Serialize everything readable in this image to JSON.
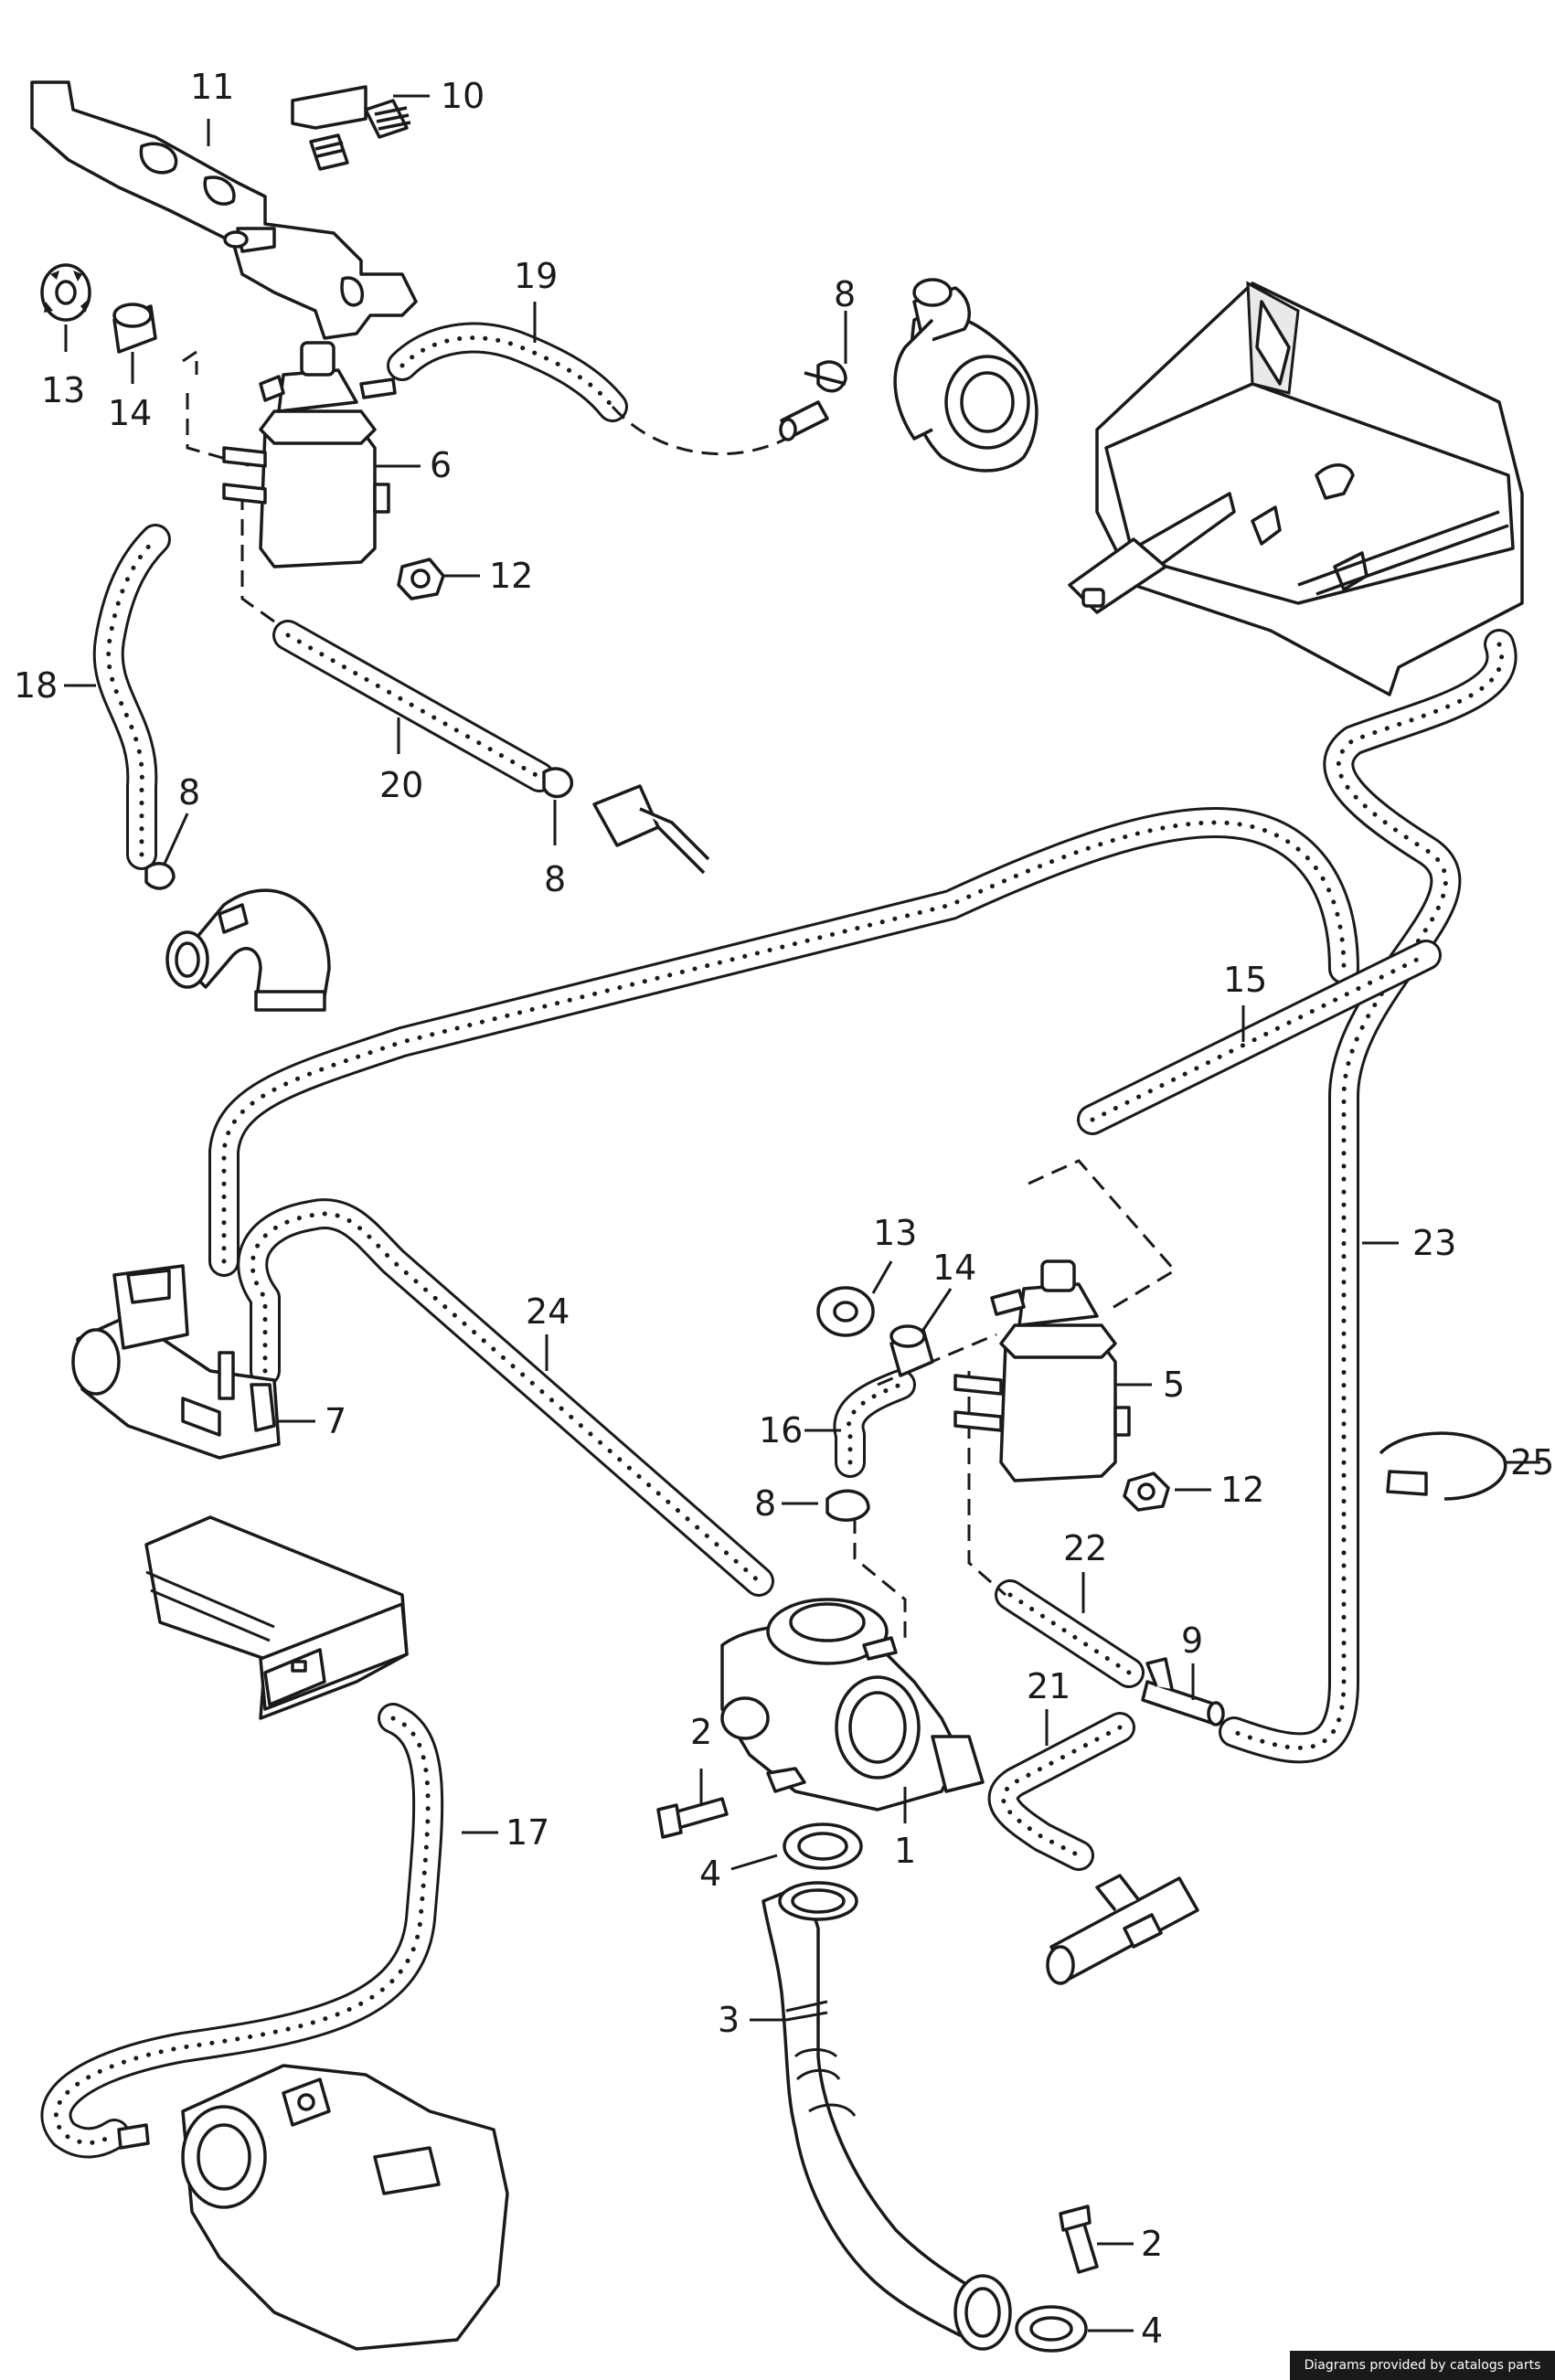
{
  "callouts": [
    {
      "id": "c11a",
      "label": "11"
    },
    {
      "id": "c10",
      "label": "10"
    },
    {
      "id": "c19",
      "label": "19"
    },
    {
      "id": "c8a",
      "label": "8"
    },
    {
      "id": "c13a",
      "label": "13"
    },
    {
      "id": "c14a",
      "label": "14"
    },
    {
      "id": "c6",
      "label": "6"
    },
    {
      "id": "c12a",
      "label": "12"
    },
    {
      "id": "c18",
      "label": "18"
    },
    {
      "id": "c20",
      "label": "20"
    },
    {
      "id": "c8b",
      "label": "8"
    },
    {
      "id": "c8c",
      "label": "8"
    },
    {
      "id": "c15",
      "label": "15"
    },
    {
      "id": "c23",
      "label": "23"
    },
    {
      "id": "c13b",
      "label": "13"
    },
    {
      "id": "c14b",
      "label": "14"
    },
    {
      "id": "c24",
      "label": "24"
    },
    {
      "id": "c5",
      "label": "5"
    },
    {
      "id": "c7",
      "label": "7"
    },
    {
      "id": "c16",
      "label": "16"
    },
    {
      "id": "c25",
      "label": "25"
    },
    {
      "id": "c8d",
      "label": "8"
    },
    {
      "id": "c12b",
      "label": "12"
    },
    {
      "id": "c22",
      "label": "22"
    },
    {
      "id": "c9",
      "label": "9"
    },
    {
      "id": "c2a",
      "label": "2"
    },
    {
      "id": "c21",
      "label": "21"
    },
    {
      "id": "c17",
      "label": "17"
    },
    {
      "id": "c1",
      "label": "1"
    },
    {
      "id": "c4a",
      "label": "4"
    },
    {
      "id": "c3",
      "label": "3"
    },
    {
      "id": "c2b",
      "label": "2"
    },
    {
      "id": "c4b",
      "label": "4"
    }
  ],
  "footer": {
    "text": "Diagrams provided by catalogs parts"
  },
  "colors": {
    "ink": "#1a1a1a",
    "paper": "#ffffff"
  }
}
